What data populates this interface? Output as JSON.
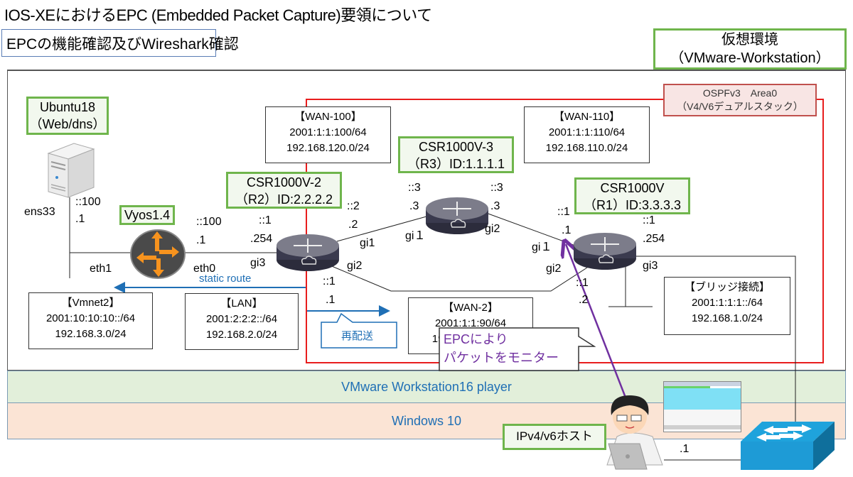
{
  "header": {
    "title": "IOS-XEにおけるEPC (Embedded Packet Capture)要領について",
    "subtitle": "EPCの機能確認及びWireshark確認"
  },
  "environment": {
    "label_line1": "仮想環境",
    "label_line2": "（VMware-Workstation）"
  },
  "ospf": {
    "line1": "OSPFv3　Area0",
    "line2": "（V4/V6デュアルスタック）"
  },
  "layers": {
    "vmware": "VMware Workstation16 player",
    "windows": "Windows 10"
  },
  "nodes": {
    "ubuntu": {
      "line1": "Ubuntu18",
      "line2": "（Web/dns）",
      "iface": "ens33",
      "ipv6": "::100",
      "ipv4": ".1"
    },
    "vyos": {
      "name": "Vyos1.4",
      "iface_left": "eth1",
      "iface_right": "eth0",
      "ipv6": "::100",
      "ipv4": ".1"
    },
    "r2": {
      "line1": "CSR1000V-2",
      "line2": "（R2）ID:2.2.2.2",
      "gi3": {
        "name": "gi3",
        "ipv6": "::1",
        "ipv4": ".254"
      },
      "gi1": {
        "name": "gi1",
        "ipv6": "::2",
        "ipv4": ".2"
      },
      "gi2": {
        "name": "gi2",
        "ipv6": "::1",
        "ipv4": ".1"
      }
    },
    "r3": {
      "line1": "CSR1000V-3",
      "line2": "（R3）ID:1.1.1.1",
      "gi1": {
        "name": "gi１",
        "ipv6": "::3",
        "ipv4": ".3"
      },
      "gi2": {
        "name": "gi2",
        "ipv6": "::3",
        "ipv4": ".3"
      }
    },
    "r1": {
      "line1": "CSR1000V",
      "line2": "（R1）ID:3.3.3.3",
      "gi1": {
        "name": "gi１",
        "ipv6": "::1",
        "ipv4": ".1"
      },
      "gi3": {
        "name": "gi3",
        "ipv6": "::1",
        "ipv4": ".254"
      },
      "gi2": {
        "name": "gi2",
        "ipv6": "::1",
        "ipv4": ".2"
      }
    },
    "host": {
      "label": "IPv4/v6ホスト",
      "ipv4": ".1"
    }
  },
  "networks": {
    "wan100": {
      "name": "【WAN-100】",
      "ipv6": "2001:1:1:100/64",
      "ipv4": "192.168.120.0/24"
    },
    "wan110": {
      "name": "【WAN-110】",
      "ipv6": "2001:1:1:110/64",
      "ipv4": "192.168.110.0/24"
    },
    "vmnet2": {
      "name": "【Vmnet2】",
      "ipv6": "2001:10:10:10::/64",
      "ipv4": "192.168.3.0/24"
    },
    "lan": {
      "name": "【LAN】",
      "ipv6": "2001:2:2:2::/64",
      "ipv4": "192.168.2.0/24"
    },
    "wan2": {
      "name": "【WAN-2】",
      "ipv6": "2001:1:1:90/64",
      "ipv4": "192.168.90.0/24"
    },
    "bridge": {
      "name": "【ブリッジ接続】",
      "ipv6": "2001:1:1:1::/64",
      "ipv4": "192.168.1.0/24"
    }
  },
  "annotations": {
    "static_route": "static route",
    "redistribute": "再配送",
    "epc_line1": "EPCにより",
    "epc_line2": "パケットをモニター"
  },
  "colors": {
    "green_border": "#6fb54c",
    "ospf_red": "#e81d1d",
    "annotation_blue": "#1f6fb5",
    "epc_purple": "#7030a0",
    "vmware_band": "#e2efda",
    "windows_band": "#fbe4d5"
  }
}
